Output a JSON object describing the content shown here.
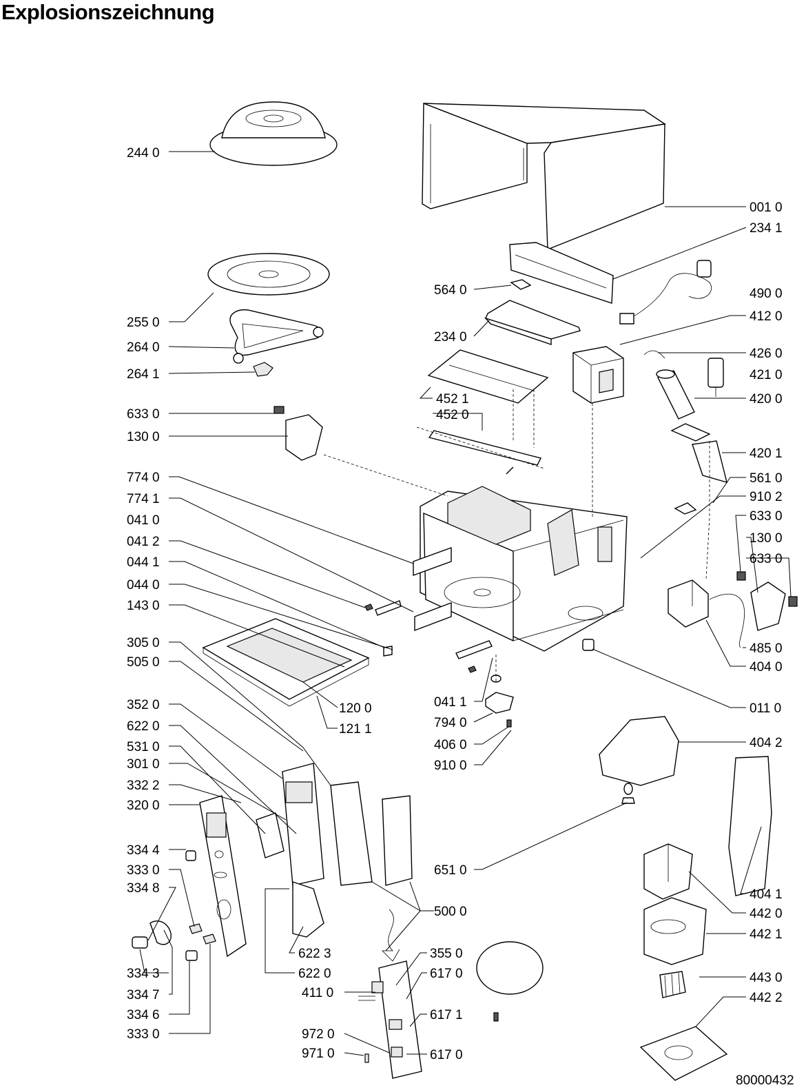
{
  "title": "Explosionszeichnung",
  "drawing_number": "80000432",
  "labels": {
    "l2440": "244 0",
    "l2550": "255 0",
    "l2640": "264 0",
    "l2641": "264 1",
    "l6330a": "633 0",
    "l1300a": "130 0",
    "l7740": "774 0",
    "l7741": "774 1",
    "l0410": "041 0",
    "l0412": "041 2",
    "l0441": "044 1",
    "l0440": "044 0",
    "l1430": "143 0",
    "l3050": "305 0",
    "l5050": "505 0",
    "l3520": "352 0",
    "l6220a": "622  0",
    "l5310": "531 0",
    "l3010": "301 0",
    "l3322": "332 2",
    "l3200": "320 0",
    "l3344": "334 4",
    "l3330a": "333 0",
    "l3348": "334 8",
    "l3343": "334 3",
    "l3347": "334 7",
    "l3346": "334 6",
    "l3330b": "333 0",
    "l0010": "001 0",
    "l2341": "234 1",
    "l5640": "564 0",
    "l4900": "490 0",
    "l4120": "412 0",
    "l2340": "234 0",
    "l4260": "426 0",
    "l4210": "421 0",
    "l4521": "452 1",
    "l4200": "420 0",
    "l4520": "452 0",
    "l4201": "420 1",
    "l5610": "561 0",
    "l9102": "910 2",
    "l6330b": "633 0",
    "l1300b": "130 0",
    "l6330c": "633 0",
    "l4850": "485 0",
    "l4040": "404 0",
    "l0110": "011 0",
    "l1200": "120 0",
    "l1211": "121 1",
    "l0411": "041 1",
    "l7940": "794 0",
    "l4060": "406 0",
    "l9100": "910 0",
    "l4042": "404 2",
    "l6510": "651 0",
    "l4041": "404 1",
    "l5000": "500 0",
    "l4420": "442 0",
    "l4421": "442 1",
    "l6223": "622 3",
    "l6220b": "622 0",
    "l3550": "355 0",
    "l6170a": "617 0",
    "l4110": "411 0",
    "l4430": "443 0",
    "l4422": "442 2",
    "l6171": "617 1",
    "l9720": "972 0",
    "l9710": "971 0",
    "l6170b": "617 0"
  }
}
